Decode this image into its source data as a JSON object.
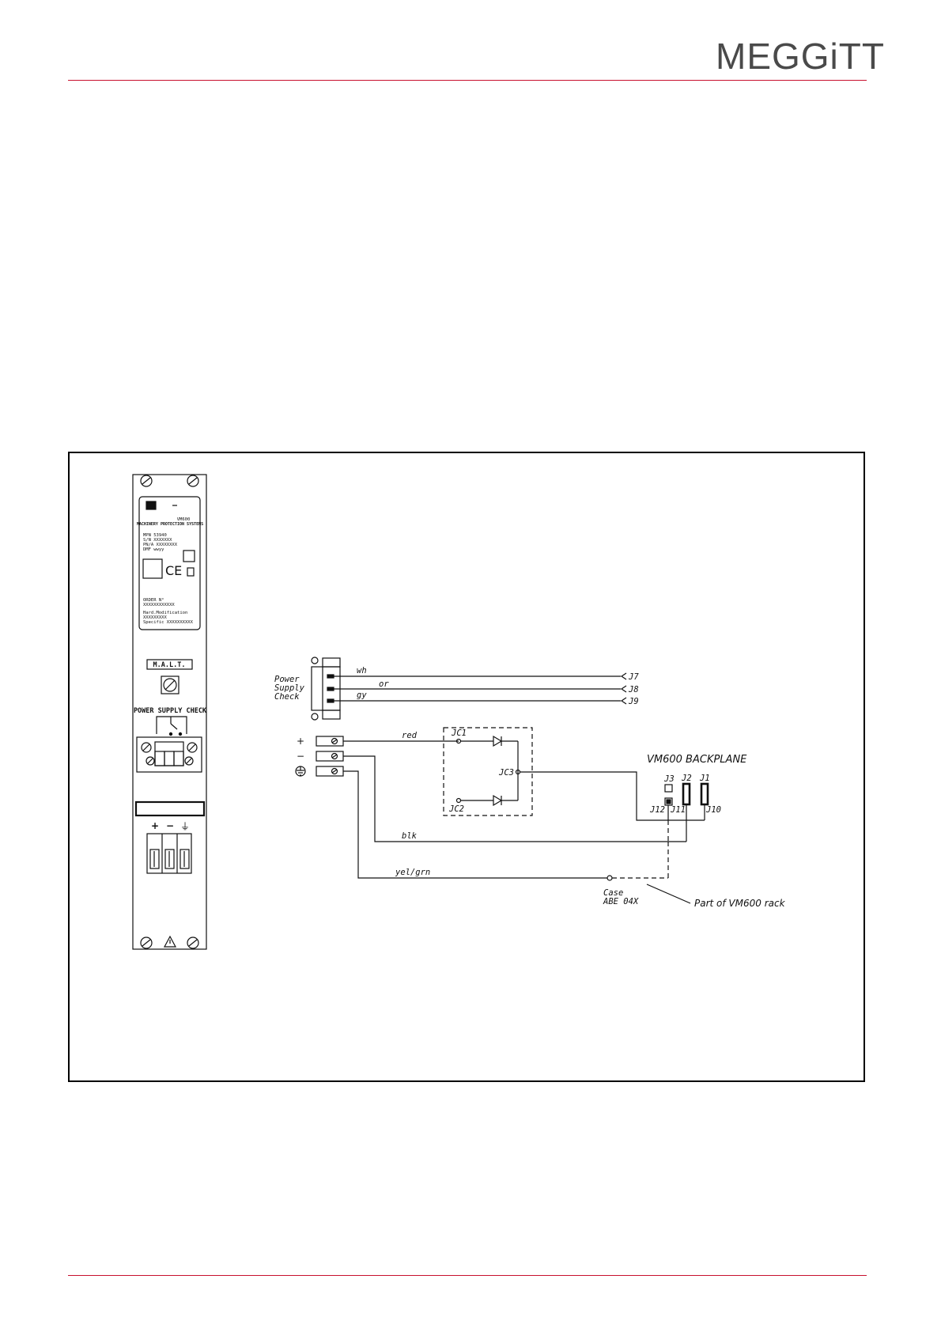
{
  "header": {
    "logo_text": "MEGGiTT"
  },
  "colors": {
    "rule": "#c8102e",
    "logo": "#4a4a4a",
    "line": "#111111"
  },
  "panel": {
    "label_model": "VM600",
    "label_system": "MACHINERY PROTECTION SYSTEMS",
    "label_mpn": "MPN 53940",
    "label_sn": "S/N XXXXXXX",
    "label_pn": "PN/A XXXXXXXX",
    "label_dmf": "DMF wwyy",
    "label_order": "ORDER N°",
    "label_order_val": "XXXXXXXXXXXX",
    "label_mod": "Hard.Modification",
    "label_mod_val": "XXXXXXXXX",
    "label_specific": "Specific XXXXXXXXXX",
    "malt": "M.A.L.T.",
    "psc": "POWER SUPPLY CHECK",
    "terminal_labels": [
      "+",
      "−",
      "⏚"
    ]
  },
  "diagram": {
    "psc_label": [
      "Power",
      "Supply",
      "Check"
    ],
    "wires_top": [
      "wh",
      "or",
      "gy"
    ],
    "jacks_top": [
      "J7",
      "J8",
      "J9"
    ],
    "terminals": [
      "+",
      "−",
      "⏚"
    ],
    "wire_red": "red",
    "wire_blk": "blk",
    "wire_yelgrn": "yel/grn",
    "jc": [
      "JC1",
      "JC2",
      "JC3"
    ],
    "backplane": "VM600  BACKPLANE",
    "jumpers": [
      "J3",
      "J2",
      "J1",
      "J12",
      "J11",
      "J10"
    ],
    "case": [
      "Case",
      "ABE 04X"
    ],
    "rack_note": "Part  of  VM600  rack"
  }
}
